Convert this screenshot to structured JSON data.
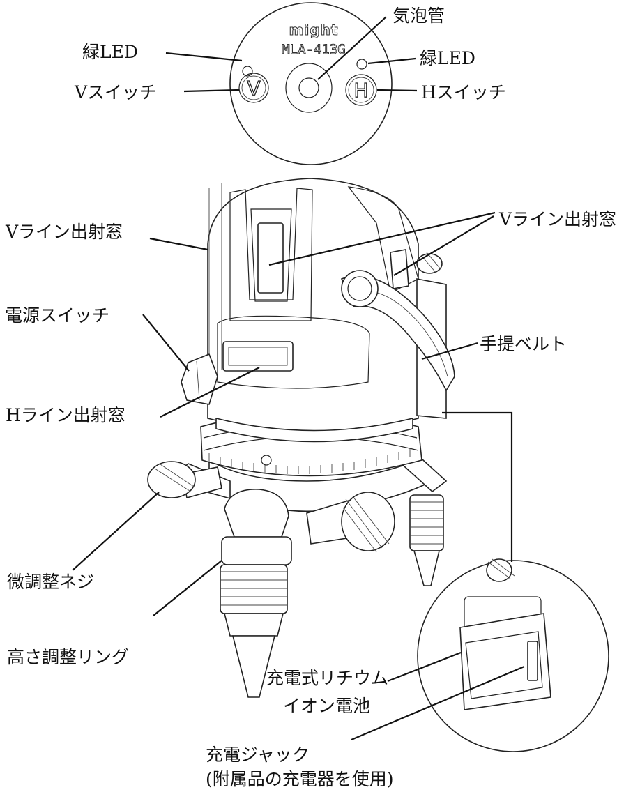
{
  "panel": {
    "brand": "might",
    "model": "MLA-413G",
    "button_v": "V",
    "button_h": "H"
  },
  "callouts": {
    "bubble_vial": "気泡管",
    "green_led_left": "緑LED",
    "green_led_right": "緑LED",
    "v_switch": "Vスイッチ",
    "h_switch": "Hスイッチ",
    "v_line_window_left": "Vライン出射窓",
    "v_line_window_right": "Vライン出射窓",
    "power_switch": "電源スイッチ",
    "hand_belt": "手提ベルト",
    "h_line_window": "Hライン出射窓",
    "fine_adjust_screw": "微調整ネジ",
    "height_adjust_ring": "高さ調整リング",
    "battery_line1": "充電式リチウム",
    "battery_line2": "イオン電池",
    "charge_jack_line1": "充電ジャック",
    "charge_jack_line2": "(附属品の充電器を使用)"
  }
}
